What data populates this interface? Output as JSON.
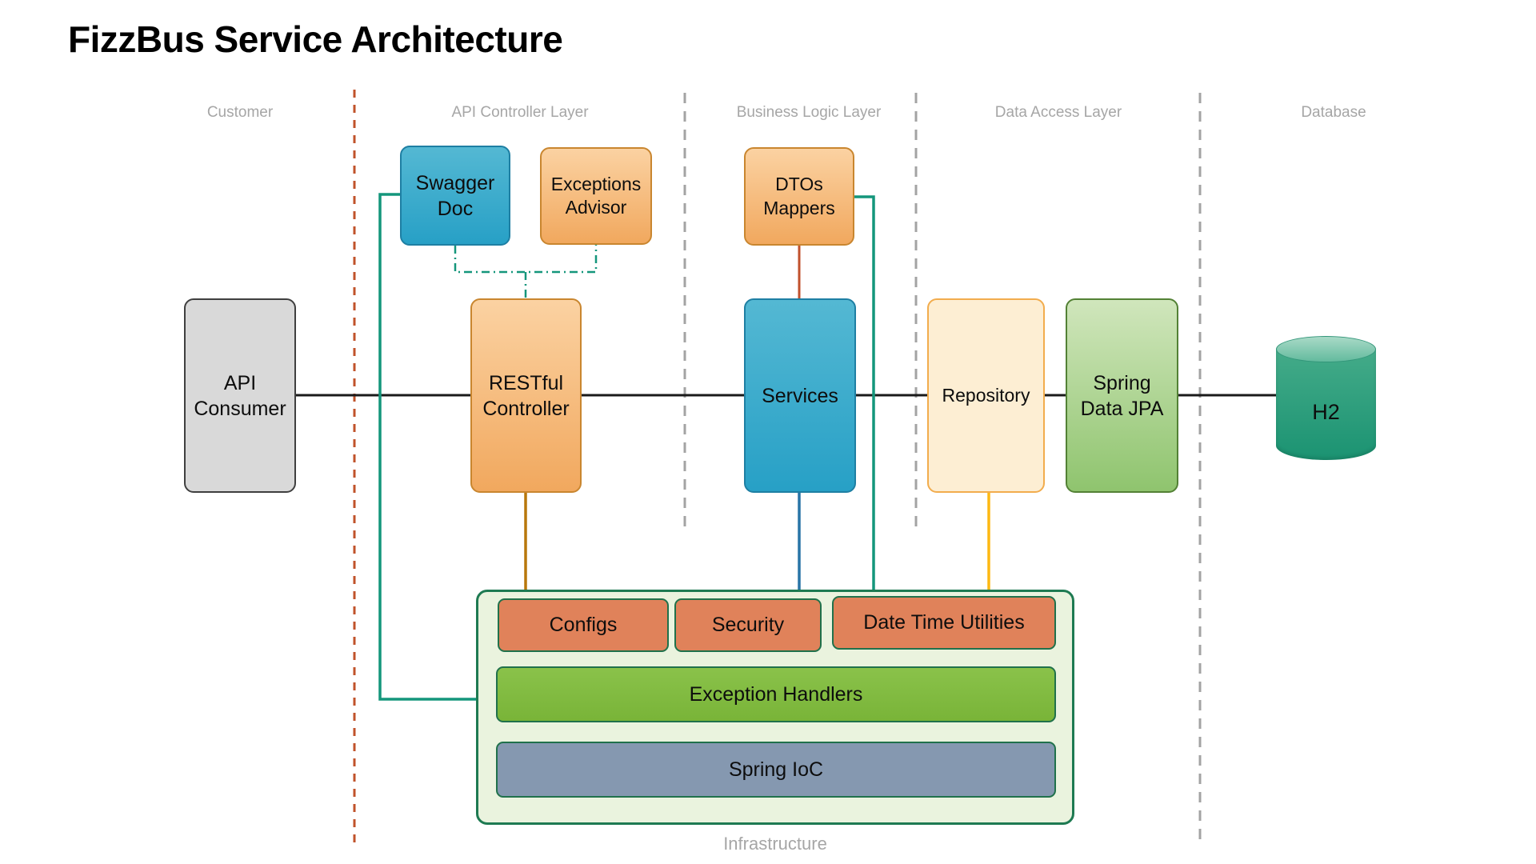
{
  "title": "FizzBus Service Architecture",
  "lanes": {
    "customer": "Customer",
    "api_controller": "API Controller Layer",
    "business_logic": "Business Logic Layer",
    "data_access": "Data Access Layer",
    "database": "Database"
  },
  "nodes": {
    "api_consumer": {
      "label": "API\nConsumer"
    },
    "swagger_doc": {
      "label": "Swagger\nDoc"
    },
    "exceptions_advisor": {
      "label": "Exceptions\nAdvisor"
    },
    "restful_controller": {
      "label": "RESTful\nController"
    },
    "dtos_mappers": {
      "label": "DTOs\nMappers"
    },
    "services": {
      "label": "Services"
    },
    "repository": {
      "label": "Repository"
    },
    "spring_data_jpa": {
      "label": "Spring\nData JPA"
    },
    "h2": {
      "label": "H2"
    }
  },
  "infrastructure": {
    "label": "Infrastructure",
    "items": {
      "configs": "Configs",
      "security": "Security",
      "date_time_utilities": "Date Time Utilities",
      "exception_handlers": "Exception Handlers",
      "spring_ioc": "Spring IoC"
    }
  },
  "colors": {
    "customer_divider": "#c0522a",
    "layer_divider": "#a3a3a3",
    "lane_label_text": "#a6a6a6",
    "main_flow_line": "#1a1a1a",
    "teal_line": "#14967b",
    "dtos_services_line": "#c0512c",
    "controller_infra_line": "#b8770b",
    "services_infra_line": "#2874a6",
    "repository_infra_line": "#fdb913",
    "box_gray": "#d9d9d9",
    "box_blue": "#27a0c6",
    "box_orange": "#f1a85e",
    "box_cream": "#fdeed3",
    "box_green": "#8fc46e",
    "infra_fill": "#eaf3de",
    "infra_border": "#1e7a52",
    "infra_item_red": "#e0825a",
    "infra_item_green": "#79b438",
    "infra_item_slate": "#8598b0",
    "h2_cylinder": "#1b9372"
  }
}
